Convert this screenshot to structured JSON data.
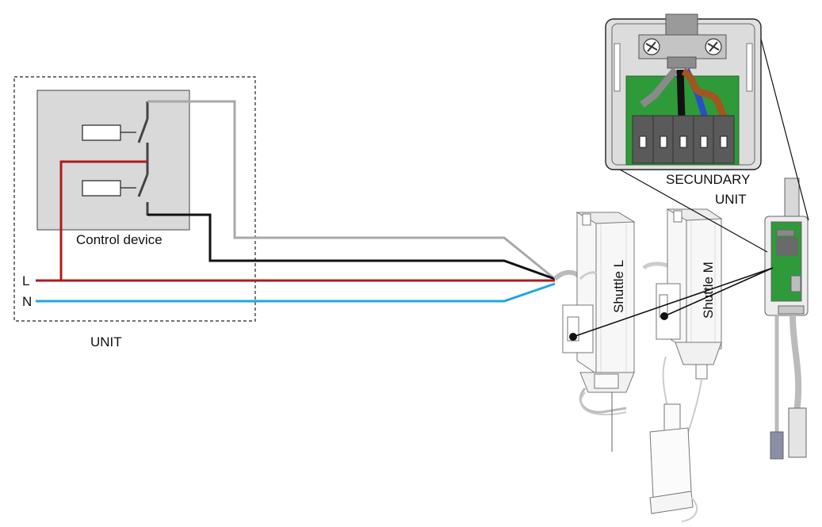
{
  "labels": {
    "control_device": "Control device",
    "unit": "UNIT",
    "line_l": "L",
    "line_n": "N",
    "secundary_line1": "SECUNDARY",
    "secundary_line2": "UNIT",
    "shuttle_l": "Shuttle L",
    "shuttle_m": "Shuttle M"
  },
  "colors": {
    "live_wire": "#b01a1a",
    "neutral_wire": "#1ea7dc",
    "grey_wire": "#a8a8a8",
    "black_wire": "#111111",
    "control_box": "#d9d9d9",
    "pcb_green": "#2e9a3a",
    "terminal_grey": "#5a5a5a",
    "brown_wire": "#a0561e",
    "blue_wire": "#2a4ec8"
  }
}
